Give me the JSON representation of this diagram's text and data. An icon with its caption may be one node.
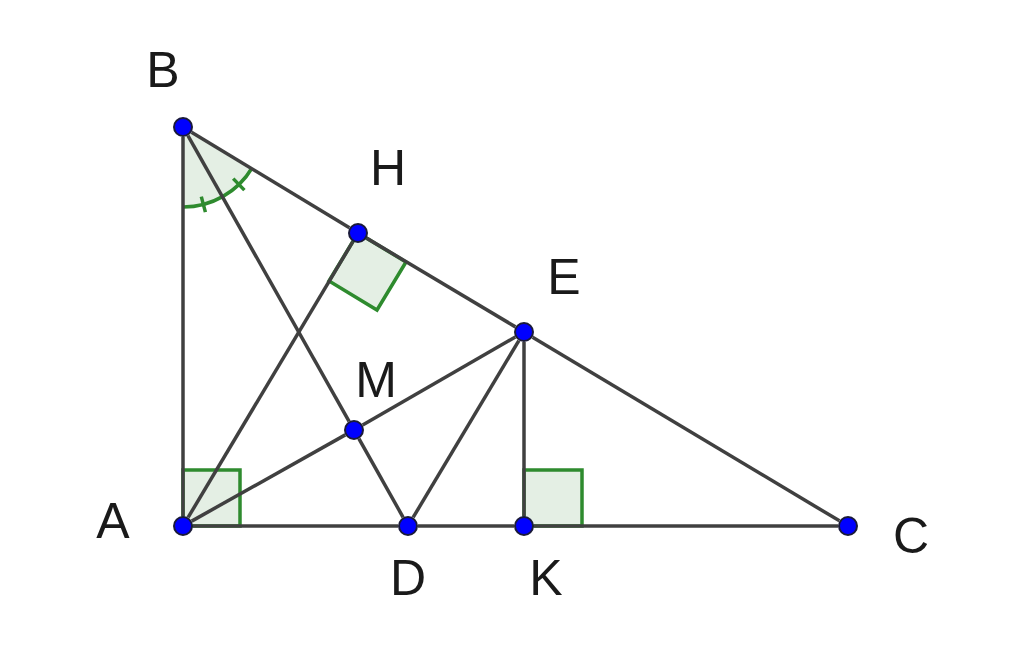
{
  "diagram": {
    "nodes": [
      {
        "text": [
          "B"
        ]
      },
      {
        "text": [
          "H"
        ]
      },
      {
        "text": [
          "E"
        ]
      },
      {
        "text": [
          "M"
        ]
      },
      {
        "text": [
          "A"
        ]
      },
      {
        "text": [
          "D"
        ]
      },
      {
        "text": [
          "K"
        ]
      },
      {
        "text": [
          "C"
        ]
      }
    ],
    "edges": [
      {
        "from": 0,
        "to": 4,
        "arrow": "none"
      },
      {
        "from": 0,
        "to": 1,
        "arrow": "none"
      },
      {
        "from": 1,
        "to": 2,
        "arrow": "none"
      },
      {
        "from": 2,
        "to": 7,
        "arrow": "none"
      },
      {
        "from": 4,
        "to": 5,
        "arrow": "none"
      },
      {
        "from": 5,
        "to": 6,
        "arrow": "none"
      },
      {
        "from": 6,
        "to": 7,
        "arrow": "none"
      },
      {
        "from": 0,
        "to": 3,
        "arrow": "none"
      },
      {
        "from": 3,
        "to": 5,
        "arrow": "none"
      },
      {
        "from": 4,
        "to": 1,
        "arrow": "none"
      },
      {
        "from": 4,
        "to": 3,
        "arrow": "none"
      },
      {
        "from": 3,
        "to": 2,
        "arrow": "none"
      },
      {
        "from": 2,
        "to": 5,
        "arrow": "none"
      },
      {
        "from": 2,
        "to": 6,
        "arrow": "none"
      }
    ]
  }
}
